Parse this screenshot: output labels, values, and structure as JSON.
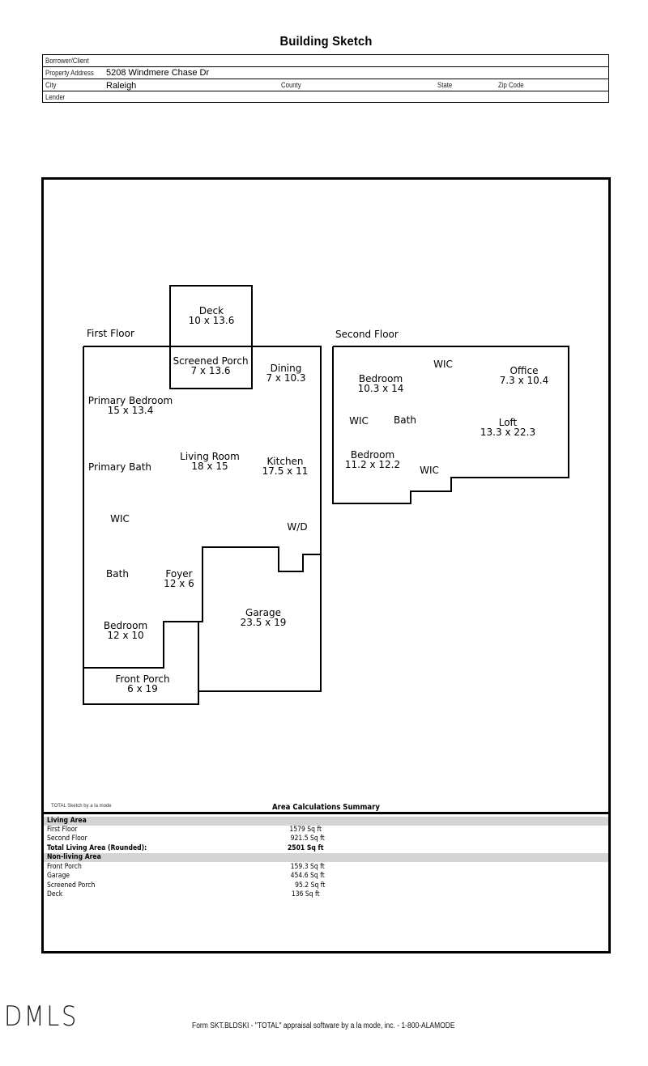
{
  "document": {
    "title": "Building Sketch"
  },
  "header_table": {
    "borrower_label": "Borrower/Client",
    "borrower_value": "",
    "address_label": "Property Address",
    "address_value": "5208 Windmere Chase Dr",
    "city_label": "City",
    "city_value": "Raleigh",
    "county_label": "County",
    "state_label": "State",
    "zip_label": "Zip Code",
    "lender_label": "Lender",
    "lender_value": ""
  },
  "sketch": {
    "first_floor": {
      "label": "First Floor",
      "rooms": [
        {
          "name": "Deck",
          "dims": "10 x 13.6"
        },
        {
          "name": "Screened Porch",
          "dims": "7 x 13.6"
        },
        {
          "name": "Dining",
          "dims": "7 x 10.3"
        },
        {
          "name": "Primary Bedroom",
          "dims": "15 x 13.4"
        },
        {
          "name": "Primary Bath",
          "dims": ""
        },
        {
          "name": "Living Room",
          "dims": "18 x 15"
        },
        {
          "name": "Kitchen",
          "dims": "17.5 x 11"
        },
        {
          "name": "WIC",
          "dims": ""
        },
        {
          "name": "W/D",
          "dims": ""
        },
        {
          "name": "Bath",
          "dims": ""
        },
        {
          "name": "Foyer",
          "dims": "12 x 6"
        },
        {
          "name": "Garage",
          "dims": "23.5 x 19"
        },
        {
          "name": "Bedroom",
          "dims": "12 x 10"
        },
        {
          "name": "Front Porch",
          "dims": "6 x 19"
        }
      ]
    },
    "second_floor": {
      "label": "Second Floor",
      "rooms": [
        {
          "name": "WIC",
          "dims": ""
        },
        {
          "name": "Bedroom",
          "dims": "10.3 x 14"
        },
        {
          "name": "Office",
          "dims": "7.3 x 10.4"
        },
        {
          "name": "WIC",
          "dims": ""
        },
        {
          "name": "Bath",
          "dims": ""
        },
        {
          "name": "Loft",
          "dims": "13.3 x 22.3"
        },
        {
          "name": "Bedroom",
          "dims": "11.2 x 12.2"
        },
        {
          "name": "WIC",
          "dims": ""
        }
      ]
    },
    "credit": "TOTAL Sketch by a la mode"
  },
  "area_summary": {
    "title": "Area Calculations Summary",
    "living_header": "Living Area",
    "living_rows": [
      {
        "label": "First Floor",
        "value": "1579 Sq ft"
      },
      {
        "label": "Second Floor",
        "value": "921.5 Sq ft"
      }
    ],
    "total_label": "Total Living Area (Rounded):",
    "total_value": "2501 Sq ft",
    "non_living_header": "Non-living Area",
    "non_living_rows": [
      {
        "label": "Front Porch",
        "value": "159.3 Sq ft"
      },
      {
        "label": "Garage",
        "value": "454.6 Sq ft"
      },
      {
        "label": "Screened Porch",
        "value": "95.2 Sq ft"
      },
      {
        "label": "Deck",
        "value": "136 Sq ft"
      }
    ]
  },
  "footer": {
    "logo": "DMLS",
    "form_text": "Form SKT.BLDSKI - \"TOTAL\" appraisal software by a la mode, inc. - 1-800-ALAMODE"
  }
}
